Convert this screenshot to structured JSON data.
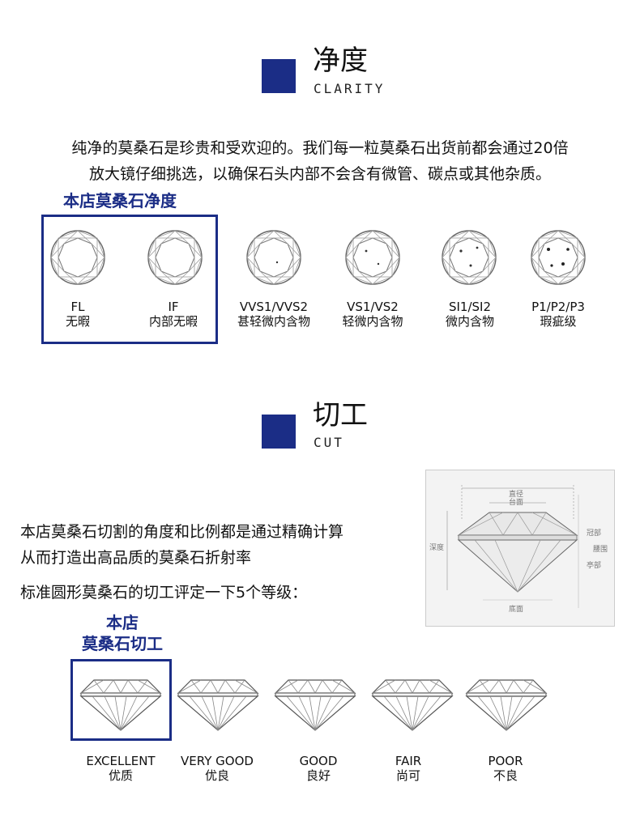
{
  "clarity": {
    "title_cn": "净度",
    "title_en": "CLARITY",
    "paragraph": [
      "纯净的莫桑石是珍贵和受欢迎的。我们每一粒莫桑石出货前都会通过20倍",
      "放大镜仔细挑选，以确保石头内部不会含有微管、碳点或其他杂质。"
    ],
    "store_label": "本店莫桑石净度",
    "grades": [
      {
        "code": "FL",
        "desc": "无暇"
      },
      {
        "code": "IF",
        "desc": "内部无暇"
      },
      {
        "code": "VVS1/VVS2",
        "desc": "甚轻微内含物"
      },
      {
        "code": "VS1/VS2",
        "desc": "轻微内含物"
      },
      {
        "code": "SI1/SI2",
        "desc": "微内含物"
      },
      {
        "code": "P1/P2/P3",
        "desc": "瑕疵级"
      }
    ]
  },
  "cut": {
    "title_cn": "切工",
    "title_en": "CUT",
    "paragraph": [
      "本店莫桑石切割的角度和比例都是通过精确计算",
      "从而打造出高品质的莫桑石折射率"
    ],
    "standard_text": "标准圆形莫桑石的切工评定一下5个等级：",
    "store_label": [
      "本店",
      "莫桑石切工"
    ],
    "diagram_labels": {
      "diameter": "直径",
      "table": "台面",
      "depth": "深度",
      "crown": "冠部",
      "girdle": "腰围",
      "pavilion": "亭部",
      "culet": "底面"
    },
    "grades": [
      {
        "en": "EXCELLENT",
        "cn": "优质"
      },
      {
        "en": "VERY GOOD",
        "cn": "优良"
      },
      {
        "en": "GOOD",
        "cn": "良好"
      },
      {
        "en": "FAIR",
        "cn": "尚可"
      },
      {
        "en": "POOR",
        "cn": "不良"
      }
    ]
  },
  "colors": {
    "accent": "#1b2d86"
  }
}
